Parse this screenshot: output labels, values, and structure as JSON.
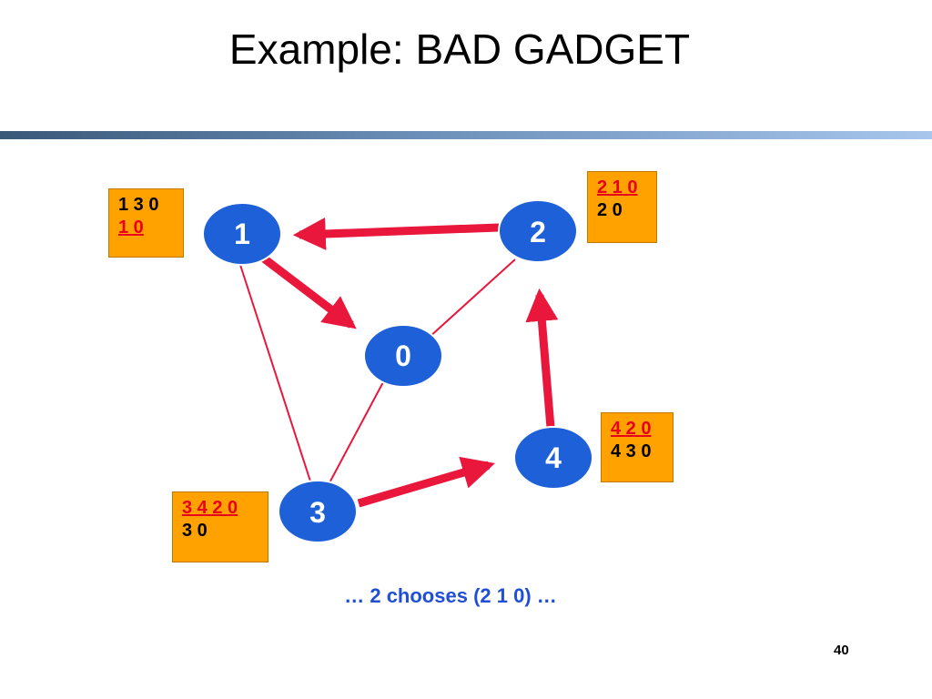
{
  "slide": {
    "title": "Example: BAD GADGET",
    "caption": "… 2 chooses (2 1 0) …",
    "page_number": "40"
  },
  "colors": {
    "node_fill": "#1e60d8",
    "edge": "#e8173b",
    "box_fill": "#ffa200",
    "chosen_text": "#e8001c",
    "caption_text": "#1f4fd6"
  },
  "nodes": {
    "n0": "0",
    "n1": "1",
    "n2": "2",
    "n3": "3",
    "n4": "4"
  },
  "route_boxes": {
    "node1": {
      "line1": "1 3 0",
      "line2": "1 0",
      "chosen_line": 2
    },
    "node2": {
      "line1": "2 1 0",
      "line2": "2 0",
      "chosen_line": 1
    },
    "node3": {
      "line1": "3 4 2 0",
      "line2": "3 0",
      "chosen_line": 1
    },
    "node4": {
      "line1": "4 2 0",
      "line2": "4 3 0",
      "chosen_line": 1
    }
  },
  "edges": [
    {
      "from": "1",
      "to": "0",
      "chosen": true
    },
    {
      "from": "2",
      "to": "1",
      "chosen": true
    },
    {
      "from": "3",
      "to": "4",
      "chosen": true
    },
    {
      "from": "4",
      "to": "2",
      "chosen": true
    },
    {
      "from": "1",
      "to": "3",
      "chosen": false
    },
    {
      "from": "0",
      "to": "3",
      "chosen": false
    },
    {
      "from": "2",
      "to": "0",
      "chosen": false
    }
  ]
}
